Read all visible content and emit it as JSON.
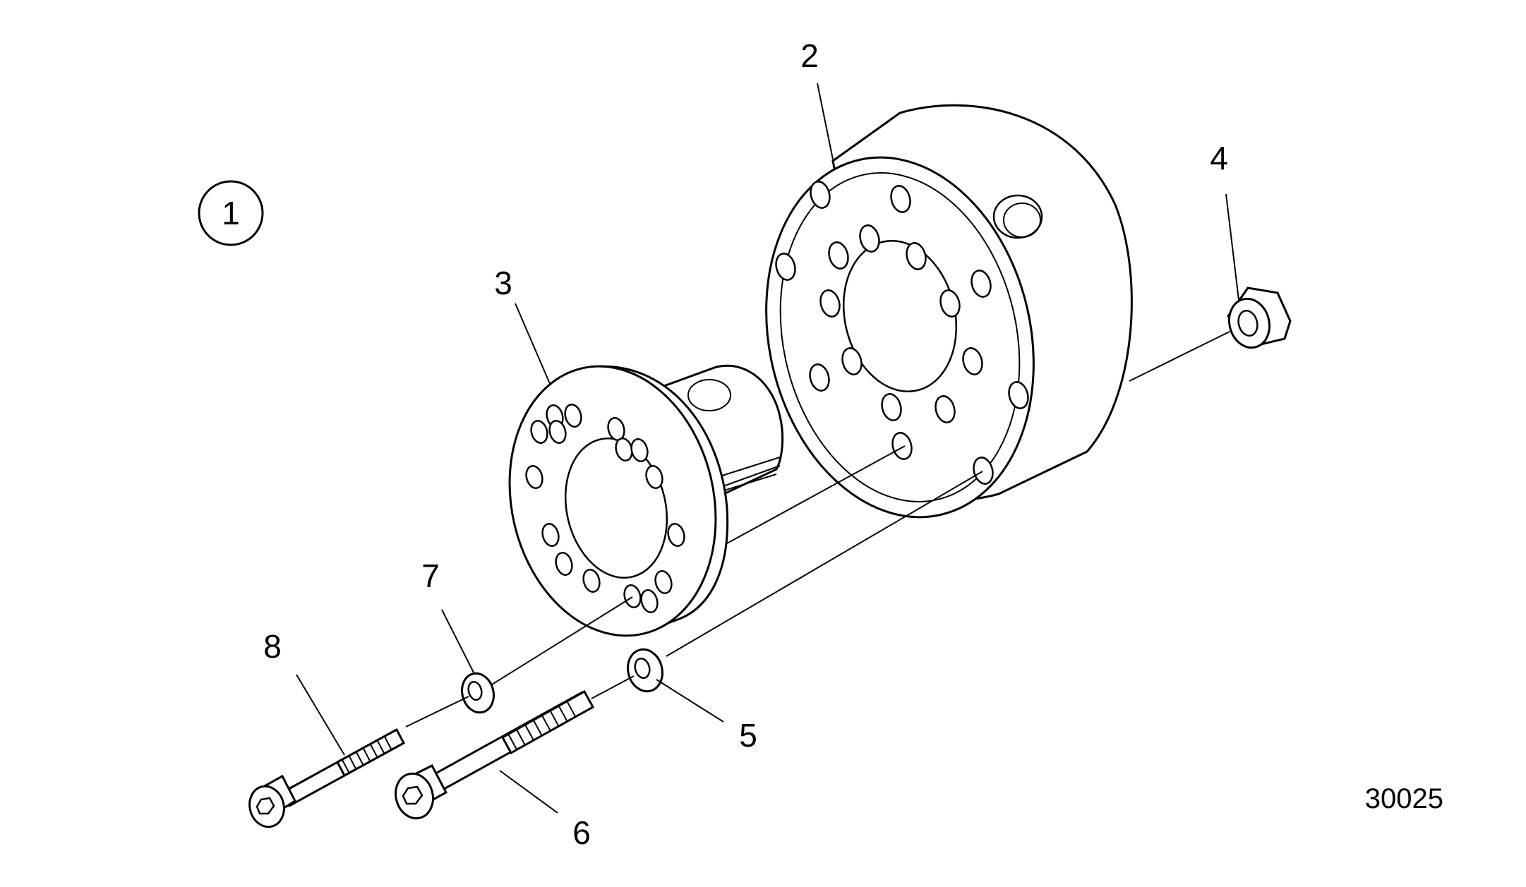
{
  "figure": {
    "view_number": "1",
    "drawing_number": "30025"
  },
  "callouts": [
    "2",
    "3",
    "4",
    "5",
    "6",
    "7",
    "8"
  ],
  "icons": {
    "view_marker": "circled-number"
  }
}
